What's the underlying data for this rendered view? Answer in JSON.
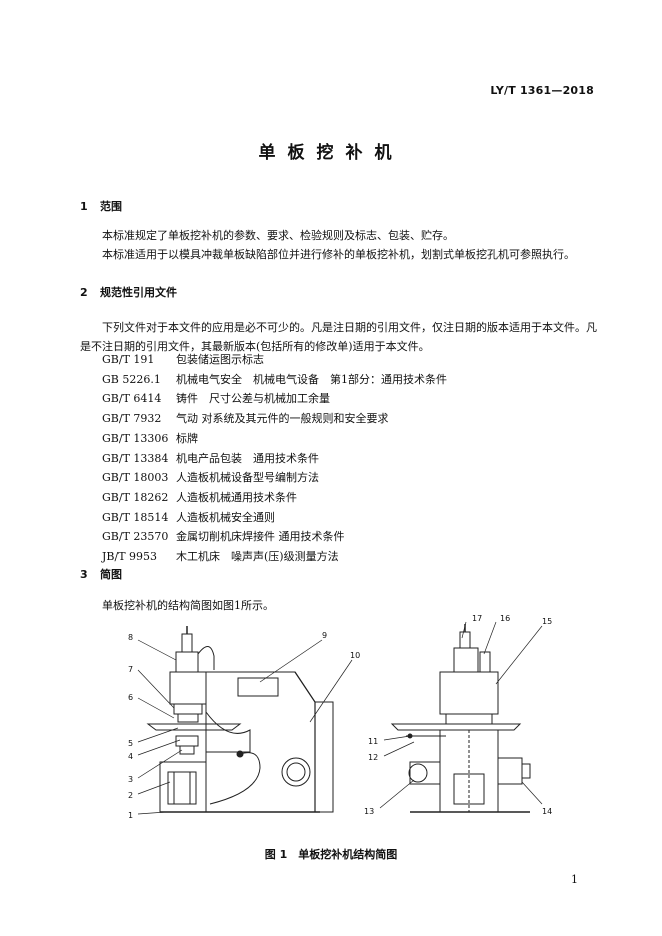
{
  "header": {
    "standard_code": "LY/T 1361—2018"
  },
  "title": "单板挖补机",
  "sections": {
    "scope": {
      "number": "1",
      "title": "范围",
      "paragraphs": [
        "本标准规定了单板挖补机的参数、要求、检验规则及标志、包装、贮存。",
        "本标准适用于以模具冲裁单板缺陷部位并进行修补的单板挖补机，划割式单板挖孔机可参照执行。"
      ]
    },
    "normative": {
      "number": "2",
      "title": "规范性引用文件",
      "intro": "下列文件对于本文件的应用是必不可少的。凡是注日期的引用文件，仅注日期的版本适用于本文件。凡是不注日期的引用文件，其最新版本(包括所有的修改单)适用于本文件。",
      "references": [
        {
          "code": "GB/T 191",
          "title": "包装储运图示标志"
        },
        {
          "code": "GB 5226.1",
          "title": "机械电气安全　机械电气设备　第1部分：通用技术条件"
        },
        {
          "code": "GB/T 6414",
          "title": "铸件　尺寸公差与机械加工余量"
        },
        {
          "code": "GB/T 7932",
          "title": "气动 对系统及其元件的一般规则和安全要求"
        },
        {
          "code": "GB/T 13306",
          "title": "标牌"
        },
        {
          "code": "GB/T 13384",
          "title": "机电产品包装　通用技术条件"
        },
        {
          "code": "GB/T 18003",
          "title": "人造板机械设备型号编制方法"
        },
        {
          "code": "GB/T 18262",
          "title": "人造板机械通用技术条件"
        },
        {
          "code": "GB/T 18514",
          "title": "人造板机械安全通则"
        },
        {
          "code": "GB/T 23570",
          "title": "金属切削机床焊接件 通用技术条件"
        },
        {
          "code": "JB/T 9953",
          "title": "木工机床　噪声声(压)级测量方法"
        }
      ]
    },
    "diagram": {
      "number": "3",
      "title": "简图",
      "intro": "单板挖补机的结构简图如图1所示。"
    }
  },
  "figure": {
    "caption": "图 1　单板挖补机结构简图",
    "callouts": [
      "1",
      "2",
      "3",
      "4",
      "5",
      "6",
      "7",
      "8",
      "9",
      "10",
      "11",
      "12",
      "13",
      "14",
      "15",
      "16",
      "17"
    ]
  },
  "footer": {
    "page_number": "1"
  }
}
